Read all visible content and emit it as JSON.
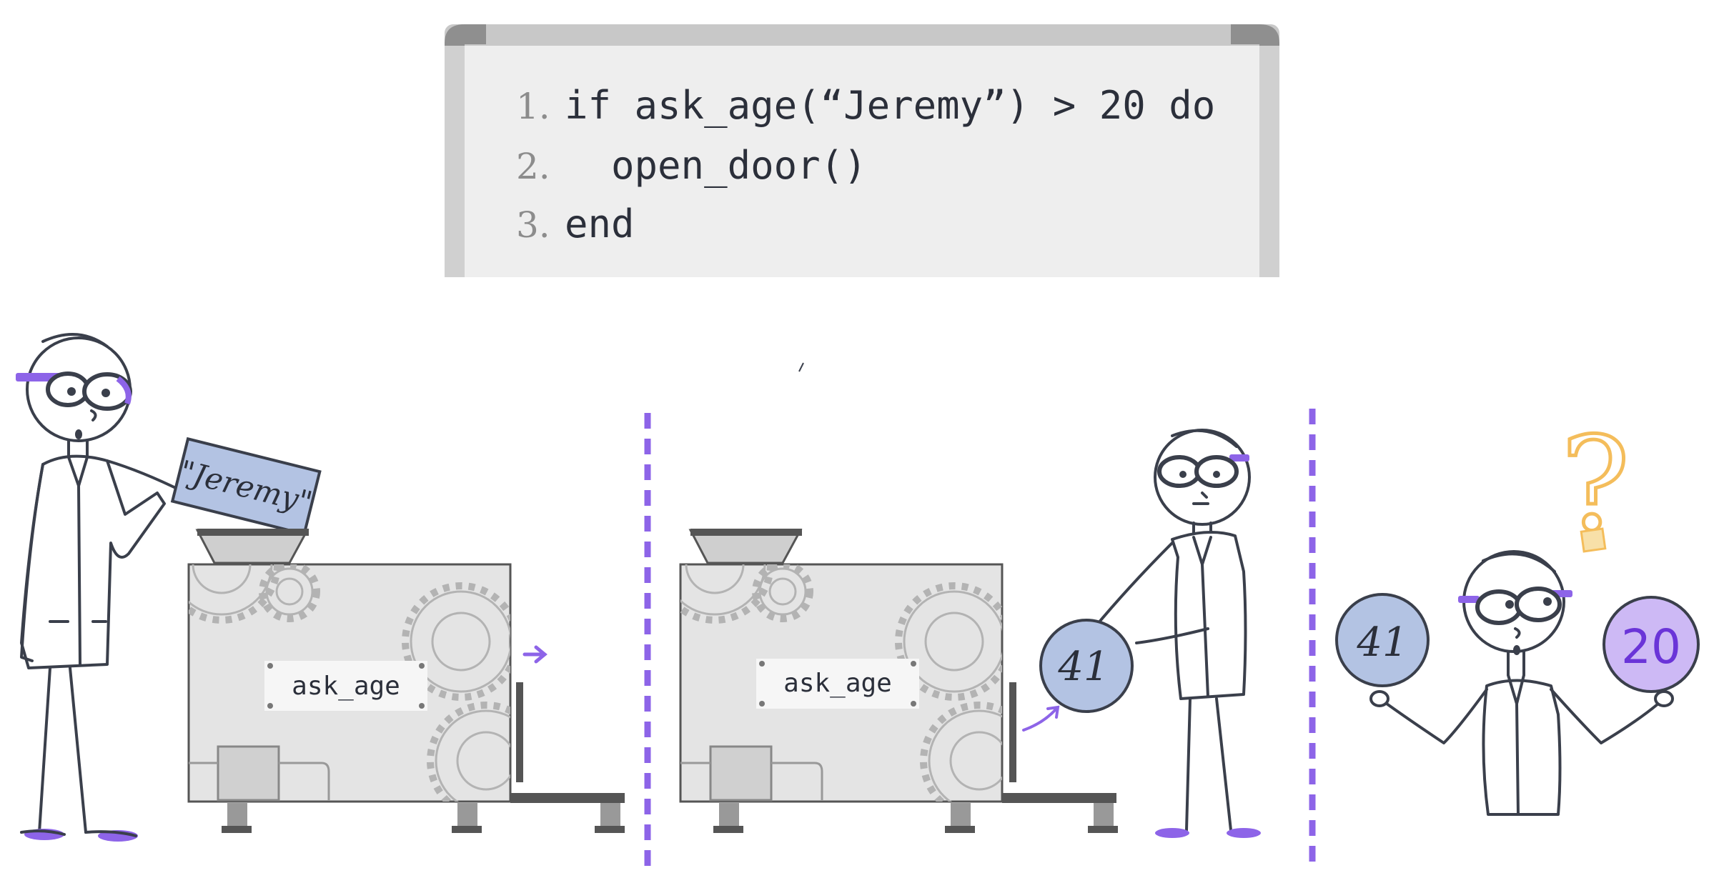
{
  "whiteboard": {
    "lines": [
      {
        "number": "1.",
        "code": "if ask_age(“Jeremy”) > 20 do"
      },
      {
        "number": "2.",
        "code": "  open_door()"
      },
      {
        "number": "3.",
        "code": "end"
      }
    ]
  },
  "scene1": {
    "card_text": "\"Jeremy\"",
    "machine_label": "ask_age"
  },
  "scene2": {
    "machine_label": "ask_age",
    "ball_value": "41"
  },
  "scene3": {
    "left_ball": "41",
    "right_ball": "20",
    "question_mark": "?"
  },
  "colors": {
    "accent": "#8d64e8",
    "ball_blue": "#b3c3e3",
    "ball_purple": "#cdb9f5",
    "question": "#f4bd5b",
    "machine": "#e4e4e4"
  }
}
